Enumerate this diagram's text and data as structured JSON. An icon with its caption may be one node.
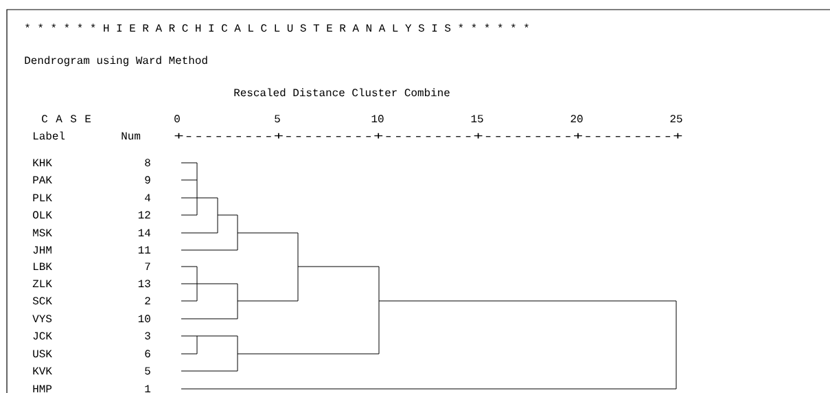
{
  "diagram": {
    "title": "* * * * * * H I E R A R C H I C A L  C L U S T E R  A N A L Y S I S * * * * * *",
    "labels": [
      "Dendrogram using Ward Method",
      "Rescaled Distance Cluster Combine",
      "C A S E",
      "0",
      "5",
      "10",
      "15",
      "20",
      "25",
      "Label",
      "Num",
      "+---------+---------+---------+---------+---------+",
      "KHK",
      "8",
      "PAK",
      "9",
      "PLK",
      "4",
      "OLK",
      "12",
      "MSK",
      "14",
      "JHM",
      "11",
      "LBK",
      "7",
      "ZLK",
      "13",
      "SCK",
      "2",
      "VYS",
      "10",
      "JCK",
      "3",
      "USK",
      "6",
      "KVK",
      "5",
      "HMP",
      "1"
    ]
  }
}
